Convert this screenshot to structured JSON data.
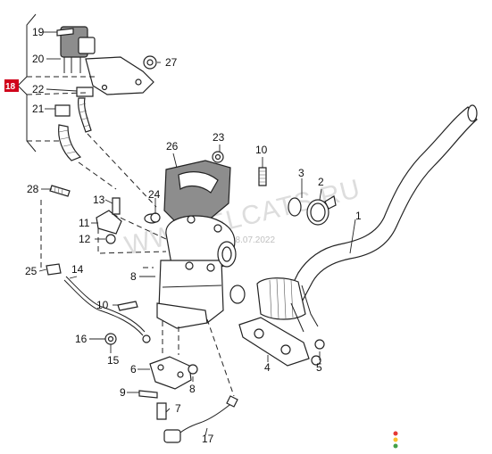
{
  "watermark": {
    "text": "WWW.ELCATS.RU",
    "date": "28.07.2022"
  },
  "callouts": {
    "p1": "1",
    "p2": "2",
    "p3": "3",
    "p4": "4",
    "p5": "5",
    "p6": "6",
    "p7": "7",
    "p8a": "8",
    "p8b": "8",
    "p9": "9",
    "p10a": "10",
    "p10b": "10",
    "p11": "11",
    "p12": "12",
    "p13": "13",
    "p14": "14",
    "p15": "15",
    "p16": "16",
    "p17": "17",
    "p18": "18",
    "p19": "19",
    "p20": "20",
    "p21": "21",
    "p22": "22",
    "p23": "23",
    "p24": "24",
    "p25": "25",
    "p26": "26",
    "p27": "27",
    "p28": "28"
  },
  "colors": {
    "line": "#222222",
    "part_fill": "#ffffff",
    "part_shade": "#8d8d8d",
    "tag_bg": "#d0021b",
    "dot_red": "#e53935",
    "dot_yellow": "#fbc02d",
    "dot_green": "#43a047"
  }
}
